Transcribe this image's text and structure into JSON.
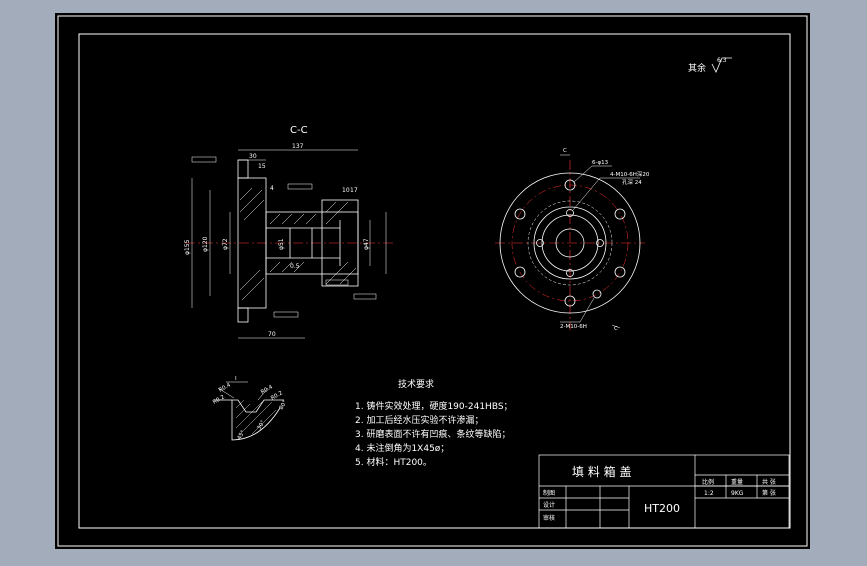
{
  "colors": {
    "window_bg": "#a3acbb",
    "canvas": "#000000",
    "line": "#ffffff",
    "axis": "#ff3030"
  },
  "roughness": {
    "prefix": "其余",
    "value": "6.3"
  },
  "section_label": "C-C",
  "dimensions": {
    "overall_length": "137",
    "flange_width": "30",
    "d15": "15",
    "d4": "4",
    "d10": "10",
    "d17": "17",
    "d70": "70",
    "d155": "φ155",
    "d120": "φ120",
    "d72": "φ72",
    "d51": "φ51",
    "d47": "φ47",
    "d5": "0.5"
  },
  "front_view": {
    "holes_label": "6-φ13",
    "thread_label": "4-M10-6H深20",
    "thread_sub": "孔深 24",
    "bottom_label": "2-M10-6H",
    "axis_letter_top": "C",
    "axis_letter_bottom": "C"
  },
  "detail": {
    "label": "I",
    "r1": "R0.4",
    "r2": "R0.2",
    "r3": "R0.4",
    "r4": "R0.2",
    "a1": "45°",
    "a2": "30°",
    "a3": "80°"
  },
  "tech_req": {
    "title": "技术要求",
    "items": [
      "1. 铸件实效处理，硬度190-241HBS；",
      "2. 加工后经水压实验不许渗漏；",
      "3. 研磨表面不许有凹痕、条纹等缺陷；",
      "4. 未注倒角为1X45ø；",
      "5. 材料：HT200。"
    ]
  },
  "title_block": {
    "name": "填 料 箱 盖",
    "material": "HT200",
    "col1": "比例",
    "col2": "重量",
    "col3": "共 张",
    "scale": "1:2",
    "weight": "9KG",
    "sheet": "第 张",
    "row_draw": "制图",
    "row_design": "设计",
    "row_check": "审核"
  }
}
